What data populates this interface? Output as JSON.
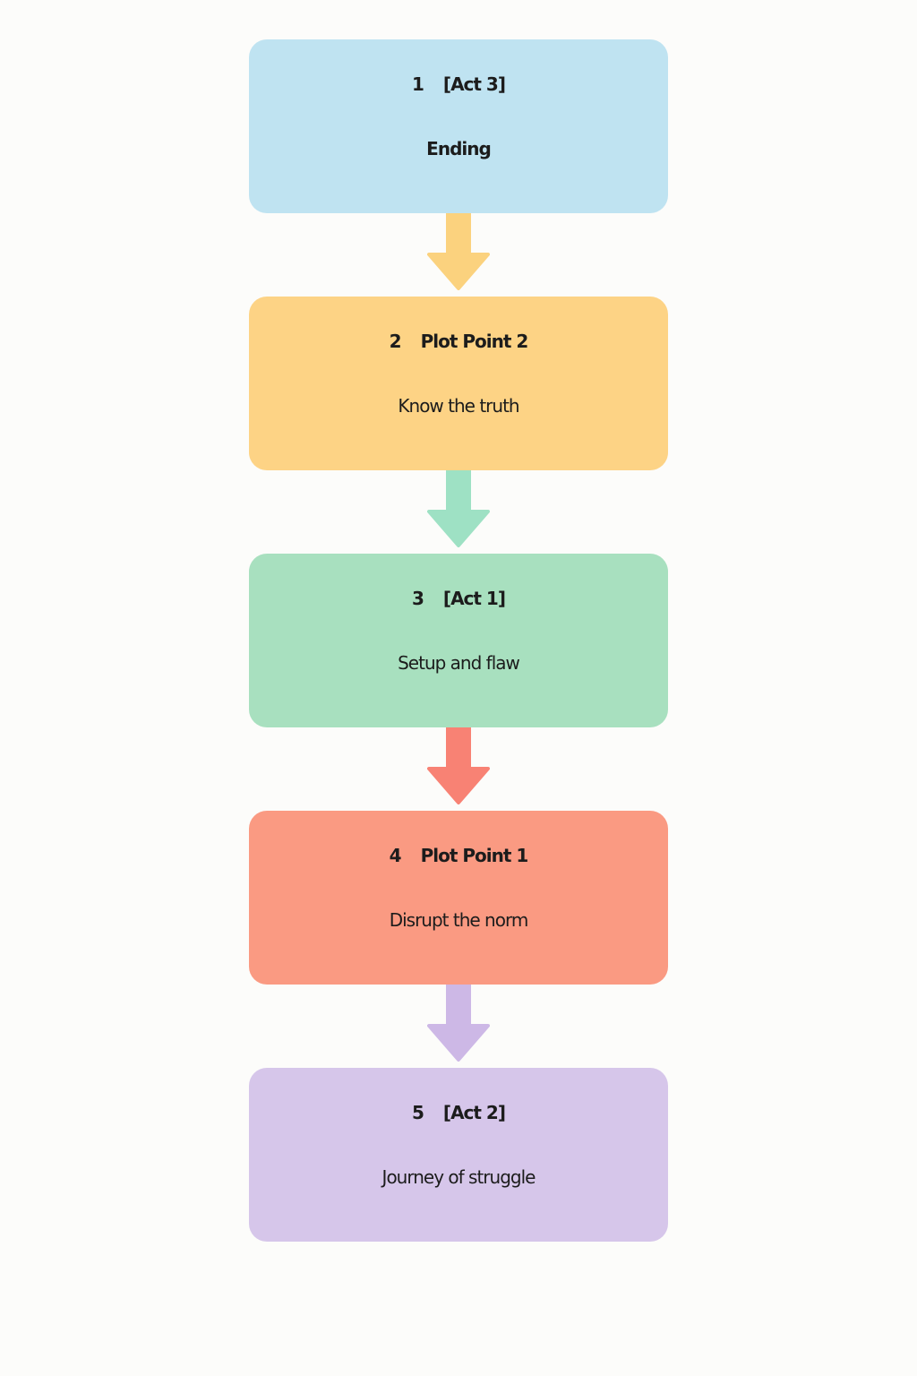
{
  "steps": [
    {
      "number": "1",
      "title": "[Act 3]",
      "subtitle": "Ending",
      "color": "#bfe3f1"
    },
    {
      "number": "2",
      "title": "Plot Point 2",
      "subtitle": "Know the truth",
      "color": "#fdd385"
    },
    {
      "number": "3",
      "title": "[Act 1]",
      "subtitle": "Setup and flaw",
      "color": "#a8e0bf"
    },
    {
      "number": "4",
      "title": "Plot Point 1",
      "subtitle": "Disrupt the norm",
      "color": "#fa9a82"
    },
    {
      "number": "5",
      "title": "[Act 2]",
      "subtitle": "Journey of struggle",
      "color": "#d6c6ea"
    }
  ],
  "arrows": [
    {
      "color": "#fbd27e"
    },
    {
      "color": "#9ee1c4"
    },
    {
      "color": "#f88274"
    },
    {
      "color": "#cdb8e6"
    }
  ]
}
